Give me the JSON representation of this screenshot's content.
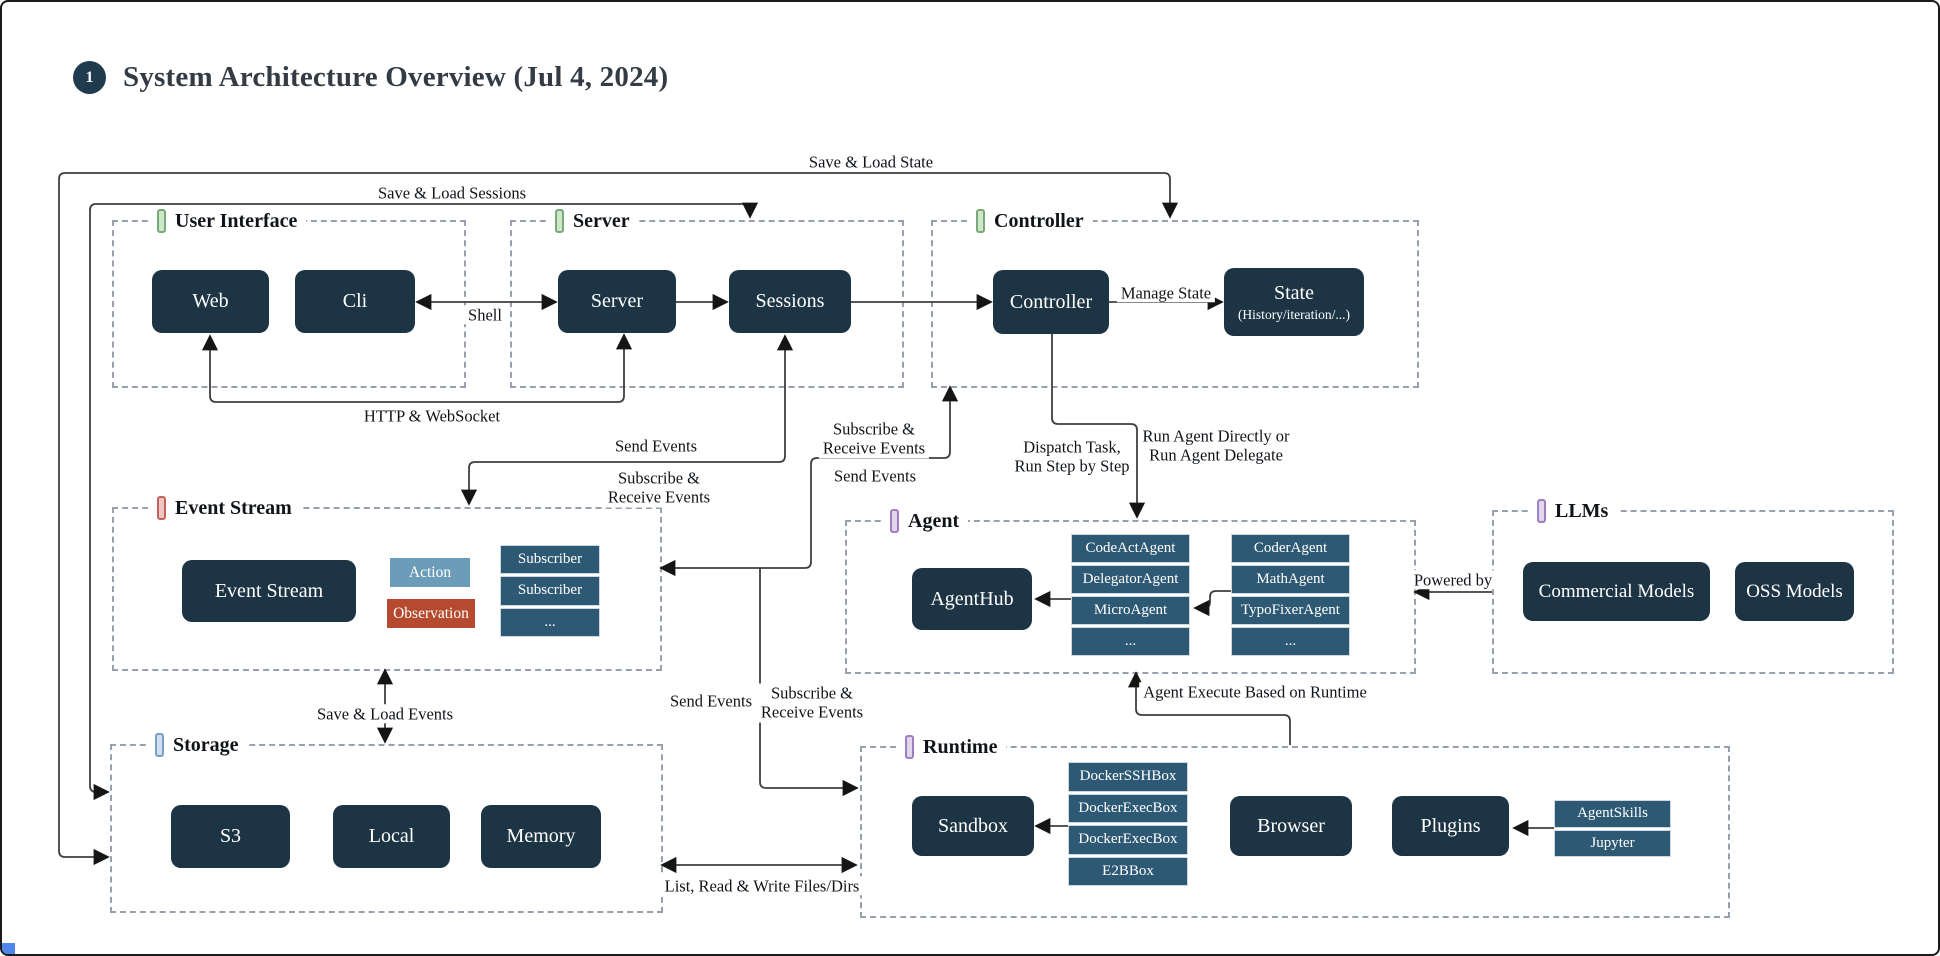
{
  "title": {
    "badge": "1",
    "text": "System Architecture Overview (Jul 4, 2024)"
  },
  "groups": {
    "user_interface": {
      "label": "User Interface"
    },
    "server": {
      "label": "Server"
    },
    "controller": {
      "label": "Controller"
    },
    "event_stream": {
      "label": "Event Stream"
    },
    "agent": {
      "label": "Agent"
    },
    "llms": {
      "label": "LLMs"
    },
    "storage": {
      "label": "Storage"
    },
    "runtime": {
      "label": "Runtime"
    }
  },
  "nodes": {
    "web": "Web",
    "cli": "Cli",
    "server": "Server",
    "sessions": "Sessions",
    "controller": "Controller",
    "state": {
      "title": "State",
      "subtitle": "(History/iteration/...)"
    },
    "event_stream": "Event Stream",
    "action": "Action",
    "observation": "Observation",
    "subscribers": [
      "Subscriber",
      "Subscriber",
      "..."
    ],
    "agenthub": "AgentHub",
    "agent_stack_a": [
      "CodeActAgent",
      "DelegatorAgent",
      "MicroAgent",
      "..."
    ],
    "agent_stack_b": [
      "CoderAgent",
      "MathAgent",
      "TypoFixerAgent",
      "..."
    ],
    "commercial_models": "Commercial Models",
    "oss_models": "OSS Models",
    "s3": "S3",
    "local": "Local",
    "memory": "Memory",
    "sandbox": "Sandbox",
    "sandbox_stack": [
      "DockerSSHBox",
      "DockerExecBox",
      "DockerExecBox",
      "E2BBox"
    ],
    "browser": "Browser",
    "plugins": "Plugins",
    "plugin_stack": [
      "AgentSkills",
      "Jupyter"
    ]
  },
  "edges": {
    "save_load_state": "Save & Load State",
    "save_load_sessions": "Save & Load Sessions",
    "shell": "Shell",
    "http_websocket": "HTTP & WebSocket",
    "manage_state": "Manage State",
    "send_events_upper": "Send Events",
    "subscribe_receive_upper": "Subscribe &\nReceive Events",
    "subscribe_receive_controller": "Subscribe &\nReceive Events",
    "send_events_controller": "Send Events",
    "dispatch_task": "Dispatch Task,\nRun Step by Step",
    "run_agent": "Run Agent Directly or\nRun Agent Delegate",
    "powered_by": "Powered by",
    "save_load_events": "Save & Load Events",
    "send_events_runtime": "Send Events",
    "subscribe_receive_runtime": "Subscribe &\nReceive Events",
    "agent_execute": "Agent Execute Based on Runtime",
    "list_read_write": "List, Read & Write Files/Dirs"
  },
  "colors": {
    "node": "#1d3445",
    "stack_row": "#2e5974",
    "action": "#6b9cb8",
    "observation": "#b54a2f",
    "dashed_border": "#97a1ad",
    "tag_green": "#79a879",
    "tag_red": "#c4615c",
    "tag_blue": "#7d9fc4",
    "tag_purple": "#9f7fc0"
  }
}
